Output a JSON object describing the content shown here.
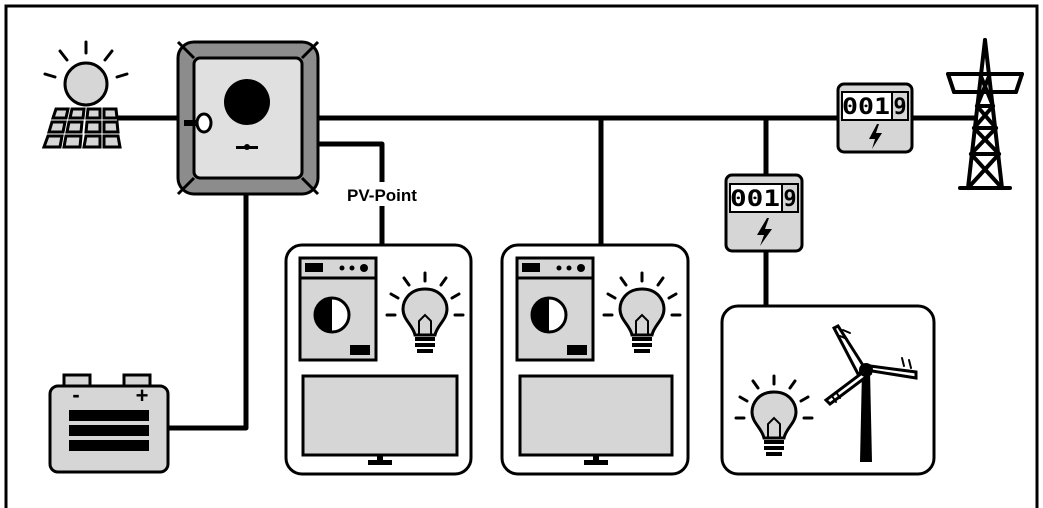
{
  "diagram": {
    "pv_point_label": "PV-Point",
    "meters": [
      {
        "digits": "001",
        "last_digit": "9"
      },
      {
        "digits": "001",
        "last_digit": "9"
      }
    ],
    "battery": {
      "minus": "-",
      "plus": "+"
    },
    "colors": {
      "line": "#000000",
      "device_fill": "#d6d6d6",
      "inverter_frame": "#8c8c8c",
      "inverter_face": "#e0e0e0",
      "panel_bg": "#ffffff"
    },
    "icons": [
      "sun-icon",
      "solar-panel-icon",
      "inverter-icon",
      "battery-icon",
      "washing-machine-icon",
      "light-bulb-icon",
      "tv-icon",
      "energy-meter-icon",
      "pylon-icon",
      "wind-turbine-icon"
    ]
  }
}
